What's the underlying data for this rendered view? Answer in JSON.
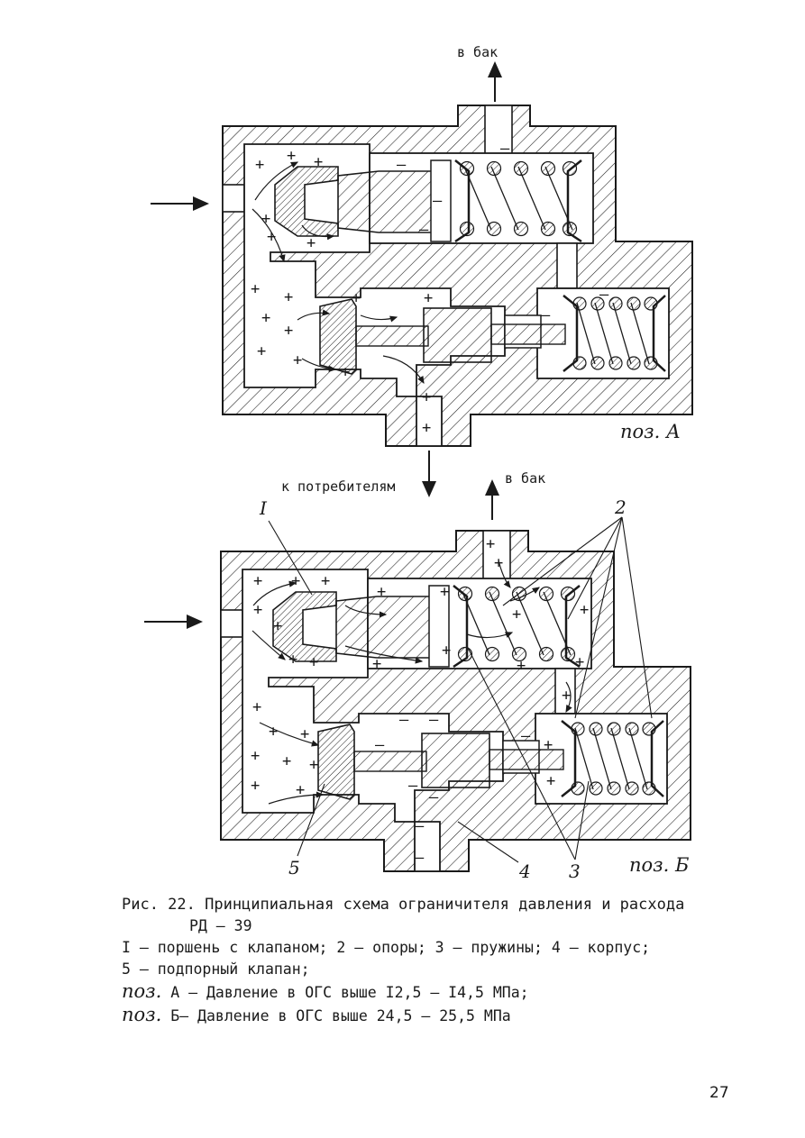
{
  "diagram_a": {
    "label_tank": "в бак",
    "label_consumers": "к потребителям",
    "position_label": "поз. А"
  },
  "diagram_b": {
    "label_tank": "в бак",
    "position_label": "поз. Б",
    "callouts": [
      "I",
      "2",
      "3",
      "4",
      "5"
    ]
  },
  "signs": {
    "plus": "+",
    "minus": "–"
  },
  "caption": {
    "title": "Рис. 22. Принципиальная схема ограничителя давления и расхода",
    "title_cont": "РД – 39",
    "legend_1": "I – поршень с клапаном; 2 – опоры; 3 – пружины; 4 – корпус;",
    "legend_2": "5 – подпорный клапан;",
    "pos_a_prefix": "поз.",
    "pos_a_text": "А – Давление в ОГС выше I2,5 – I4,5 МПа;",
    "pos_b_prefix": "поз.",
    "pos_b_text": "Б– Давление в ОГС выше 24,5 – 25,5 МПа"
  },
  "page_number": "27",
  "colors": {
    "ink": "#1a1a1a",
    "paper": "#ffffff"
  }
}
